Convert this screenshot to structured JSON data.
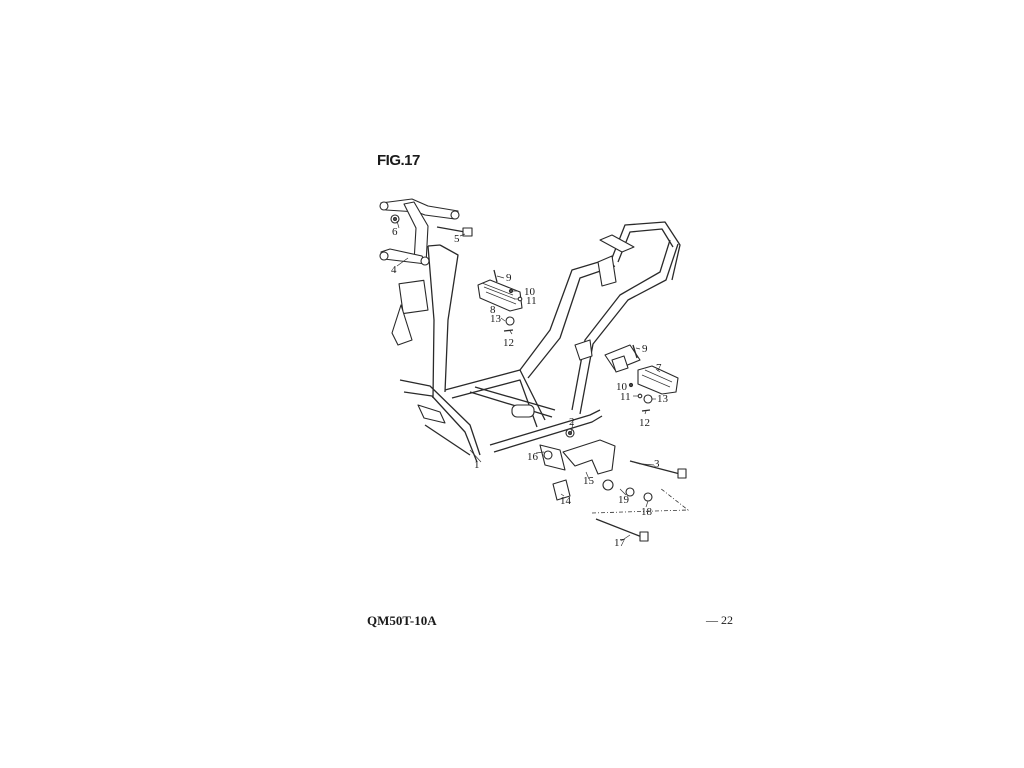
{
  "figure": {
    "title": "FIG.17"
  },
  "footer": {
    "model": "QM50T-10A",
    "page": "— 22"
  },
  "callouts": [
    {
      "id": "1",
      "label": "1"
    },
    {
      "id": "2",
      "label": "2"
    },
    {
      "id": "3",
      "label": "3"
    },
    {
      "id": "4",
      "label": "4"
    },
    {
      "id": "5",
      "label": "5"
    },
    {
      "id": "6",
      "label": "6"
    },
    {
      "id": "7",
      "label": "7"
    },
    {
      "id": "8",
      "label": "8"
    },
    {
      "id": "9a",
      "label": "9"
    },
    {
      "id": "9b",
      "label": "9"
    },
    {
      "id": "10a",
      "label": "10"
    },
    {
      "id": "10b",
      "label": "10"
    },
    {
      "id": "11a",
      "label": "11"
    },
    {
      "id": "11b",
      "label": "11"
    },
    {
      "id": "12a",
      "label": "12"
    },
    {
      "id": "12b",
      "label": "12"
    },
    {
      "id": "13a",
      "label": "13"
    },
    {
      "id": "13b",
      "label": "13"
    },
    {
      "id": "14",
      "label": "14"
    },
    {
      "id": "15",
      "label": "15"
    },
    {
      "id": "16",
      "label": "16"
    },
    {
      "id": "17",
      "label": "17"
    },
    {
      "id": "18",
      "label": "18"
    },
    {
      "id": "19",
      "label": "19"
    }
  ]
}
